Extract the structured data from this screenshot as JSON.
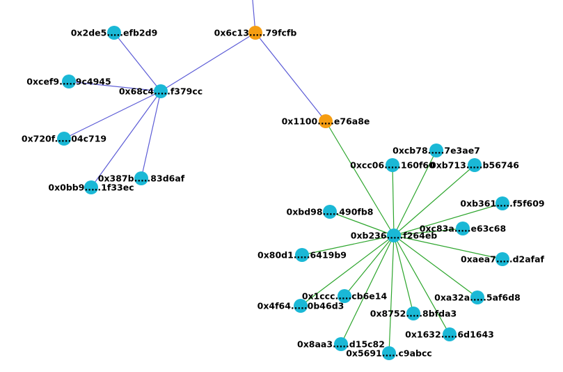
{
  "colors": {
    "blue_edge": "#5b5bd6",
    "green_edge": "#2ca52c",
    "cyan_node": "#1ab8d6",
    "orange_node": "#f59d12"
  },
  "nodes": [
    {
      "id": "n_top",
      "label": "0x6c13.....79fcfb",
      "color": "orange"
    },
    {
      "id": "n_68c4",
      "label": "0x68c4.....f379cc",
      "color": "cyan"
    },
    {
      "id": "n_2de5",
      "label": "0x2de5.....efb2d9",
      "color": "cyan"
    },
    {
      "id": "n_cef9",
      "label": "0xcef9.....9c4945",
      "color": "cyan"
    },
    {
      "id": "n_720f",
      "label": "0x720f.....04c719",
      "color": "cyan"
    },
    {
      "id": "n_387b",
      "label": "0x387b.....83d6af",
      "color": "cyan"
    },
    {
      "id": "n_0bb9",
      "label": "0x0bb9.....1f33ec",
      "color": "cyan"
    },
    {
      "id": "n_1100",
      "label": "0x1100.....e76a8e",
      "color": "orange"
    },
    {
      "id": "n_b236",
      "label": "0xb236.....f264eb",
      "color": "cyan"
    },
    {
      "id": "n_cb78",
      "label": "0xcb78.....7e3ae7",
      "color": "cyan"
    },
    {
      "id": "n_cc06",
      "label": "0xcc06.....160f60",
      "color": "cyan"
    },
    {
      "id": "n_b713",
      "label": "0xb713.....b56746",
      "color": "cyan"
    },
    {
      "id": "n_b361",
      "label": "0xb361.....f5f609",
      "color": "cyan"
    },
    {
      "id": "n_bd98",
      "label": "0xbd98.....490fb8",
      "color": "cyan"
    },
    {
      "id": "n_c83a",
      "label": "0xc83a.....e63c68",
      "color": "cyan"
    },
    {
      "id": "n_80d1",
      "label": "0x80d1.....6419b9",
      "color": "cyan"
    },
    {
      "id": "n_aea7",
      "label": "0xaea7.....d2afaf",
      "color": "cyan"
    },
    {
      "id": "n_1ccc",
      "label": "0x1ccc.....cb6e14",
      "color": "cyan"
    },
    {
      "id": "n_a32a",
      "label": "0xa32a.....5af6d8",
      "color": "cyan"
    },
    {
      "id": "n_4f64",
      "label": "0x4f64.....0b46d3",
      "color": "cyan"
    },
    {
      "id": "n_8752",
      "label": "0x8752.....8bfda3",
      "color": "cyan"
    },
    {
      "id": "n_1632",
      "label": "0x1632.....6d1643",
      "color": "cyan"
    },
    {
      "id": "n_8aa3",
      "label": "0x8aa3.....d15c82",
      "color": "cyan"
    },
    {
      "id": "n_5691",
      "label": "0x5691.....c9abcc",
      "color": "cyan"
    }
  ],
  "edges": [
    {
      "from": "n_top",
      "to": "n_68c4",
      "color": "blue"
    },
    {
      "from": "n_top",
      "to": "n_1100",
      "color": "blue"
    },
    {
      "from": "n_68c4",
      "to": "n_2de5",
      "color": "blue"
    },
    {
      "from": "n_68c4",
      "to": "n_cef9",
      "color": "blue"
    },
    {
      "from": "n_68c4",
      "to": "n_720f",
      "color": "blue"
    },
    {
      "from": "n_68c4",
      "to": "n_387b",
      "color": "blue"
    },
    {
      "from": "n_68c4",
      "to": "n_0bb9",
      "color": "blue"
    },
    {
      "from": "n_1100",
      "to": "n_b236",
      "color": "green"
    },
    {
      "from": "n_b236",
      "to": "n_cb78",
      "color": "green"
    },
    {
      "from": "n_b236",
      "to": "n_cc06",
      "color": "green"
    },
    {
      "from": "n_b236",
      "to": "n_b713",
      "color": "green"
    },
    {
      "from": "n_b236",
      "to": "n_b361",
      "color": "green"
    },
    {
      "from": "n_b236",
      "to": "n_bd98",
      "color": "green"
    },
    {
      "from": "n_b236",
      "to": "n_c83a",
      "color": "green"
    },
    {
      "from": "n_b236",
      "to": "n_80d1",
      "color": "green"
    },
    {
      "from": "n_b236",
      "to": "n_aea7",
      "color": "green"
    },
    {
      "from": "n_b236",
      "to": "n_1ccc",
      "color": "green"
    },
    {
      "from": "n_b236",
      "to": "n_a32a",
      "color": "green"
    },
    {
      "from": "n_b236",
      "to": "n_4f64",
      "color": "green"
    },
    {
      "from": "n_b236",
      "to": "n_8752",
      "color": "green"
    },
    {
      "from": "n_b236",
      "to": "n_1632",
      "color": "green"
    },
    {
      "from": "n_b236",
      "to": "n_8aa3",
      "color": "green"
    },
    {
      "from": "n_b236",
      "to": "n_5691",
      "color": "green"
    }
  ]
}
